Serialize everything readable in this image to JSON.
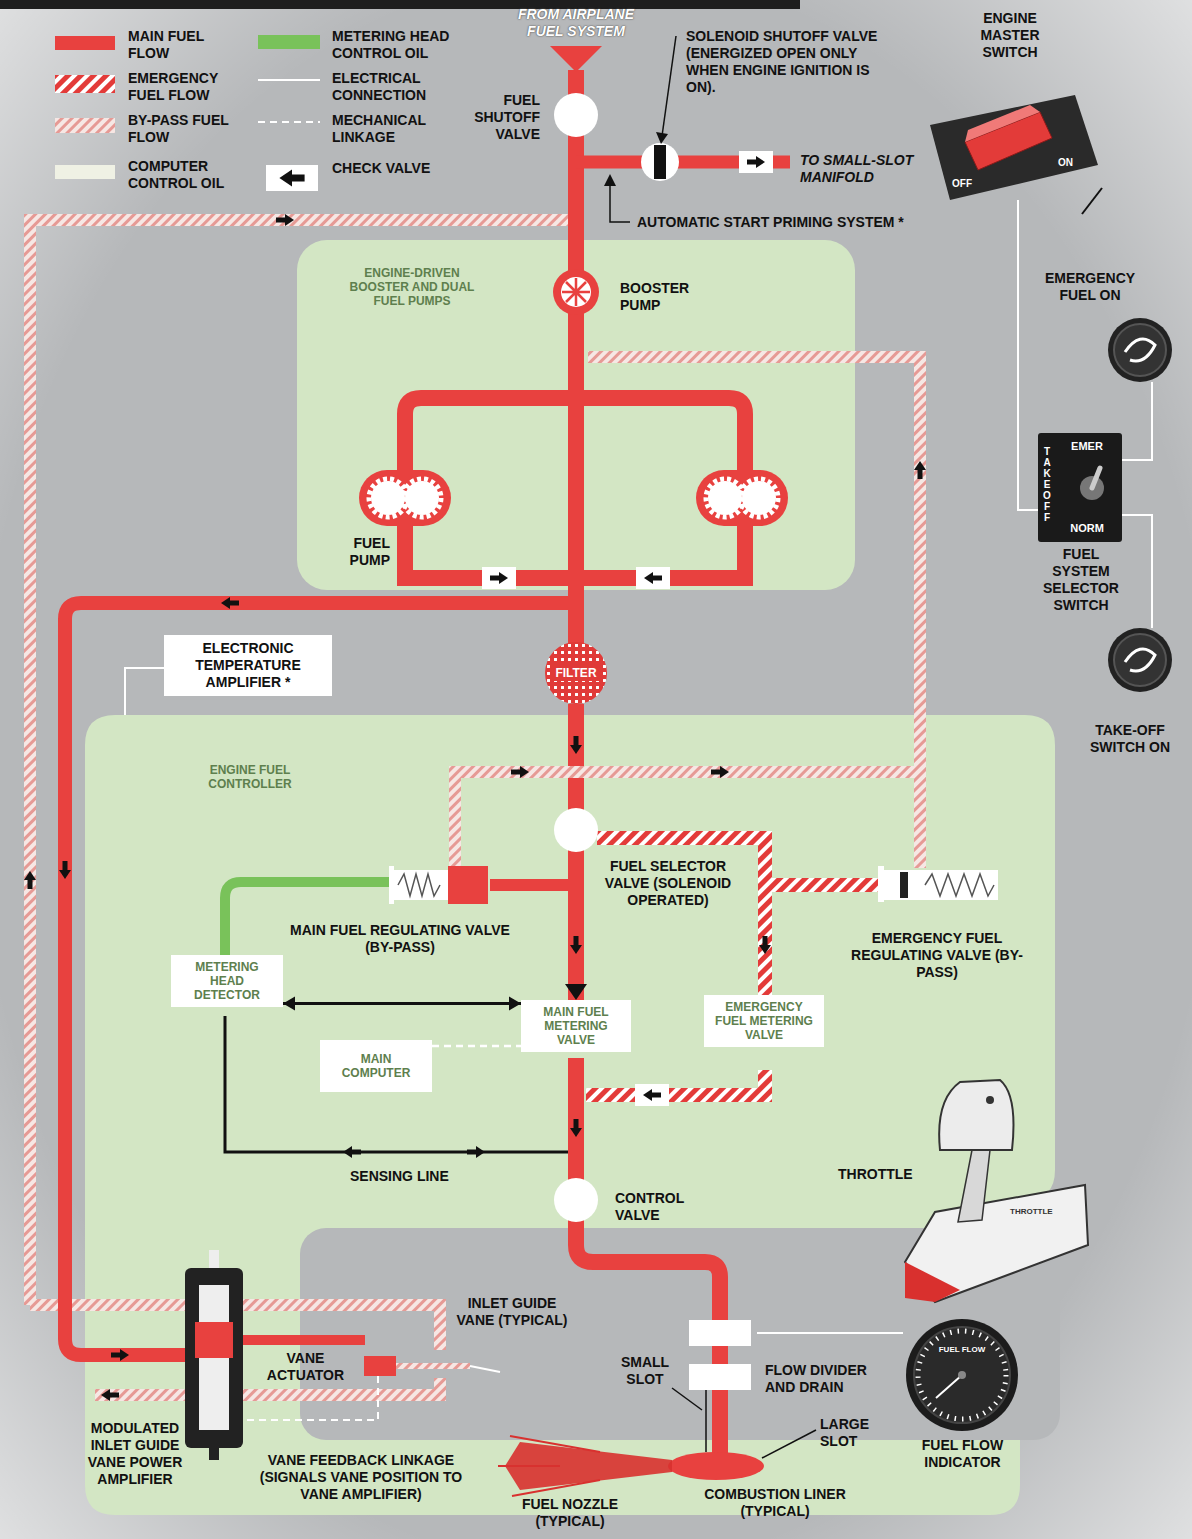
{
  "diagram": {
    "nodes": [
      {
        "text": [
          "ENGINE-DRIVEN BOOSTER AND DUAL FUEL PUMPS"
        ]
      },
      {
        "text": [
          "ELECTRONIC TEMPERATURE AMPLIFIER *"
        ]
      },
      {
        "text": [
          "FILTER"
        ]
      },
      {
        "text": [
          "ENGINE FUEL CONTROLLER"
        ]
      },
      {
        "text": [
          "METERING HEAD DETECTOR"
        ],
        "in": 3
      },
      {
        "text": [
          "MAIN FUEL METERING VALVE"
        ],
        "in": 3
      },
      {
        "text": [
          "EMERGENCY FUEL METERING VALVE"
        ],
        "in": 3
      },
      {
        "text": [
          "MAIN COMPUTER"
        ],
        "in": 3
      }
    ],
    "edges": [
      {
        "from": 2,
        "to": 5,
        "arrow": "to"
      },
      {
        "from": 4,
        "to": 5,
        "arrow": "both"
      },
      {
        "from": 7,
        "to": 5,
        "arrow": "none"
      }
    ],
    "labels": [
      "FROM AIRPLANE FUEL SYSTEM",
      "SOLENOID SHUTOFF VALVE (ENERGIZED OPEN ONLY WHEN ENGINE IGNITION IS ON).",
      "ENGINE MASTER SWITCH",
      "FUEL SHUTOFF VALVE",
      "OFF",
      "ON",
      "TO SMALL-SLOT MANIFOLD",
      "AUTOMATIC START PRIMING SYSTEM *",
      "BOOSTER PUMP",
      "EMERGENCY FUEL ON",
      "EMER",
      "TAKEOFF",
      "FUEL PUMP",
      "NORM",
      "FUEL SYSTEM SELECTOR SWITCH",
      "TAKE-OFF SWITCH ON",
      "FUEL SELECTOR VALVE (SOLENOID OPERATED)",
      "MAIN FUEL REGULATING VALVE (BY-PASS)",
      "EMERGENCY FUEL REGULATING VALVE (BY-PASS)",
      "SENSING LINE",
      "THROTTLE",
      "CONTROL VALVE",
      "THROTTLE",
      "INLET GUIDE VANE (TYPICAL)",
      "FUEL FLOW",
      "VANE ACTUATOR",
      "SMALL SLOT",
      "FLOW DIVIDER AND DRAIN",
      "LARGE SLOT",
      "MODULATED INLET GUIDE VANE POWER AMPLIFIER",
      "FUEL FLOW INDICATOR",
      "VANE FEEDBACK LINKAGE (SIGNALS VANE POSITION TO VANE AMPLIFIER)",
      "COMBUSTION LINER (TYPICAL)",
      "FUEL NOZZLE (TYPICAL)"
    ],
    "legend": [
      {
        "text": "MAIN FUEL FLOW",
        "color": "#e8413f"
      },
      {
        "text": "EMERGENCY FUEL FLOW"
      },
      {
        "text": "BY-PASS FUEL FLOW"
      },
      {
        "text": "COMPUTER CONTROL OIL",
        "color": "#eff1e4"
      },
      {
        "text": "METERING HEAD CONTROL OIL",
        "color": "#79c25a"
      },
      {
        "text": "ELECTRICAL CONNECTION"
      },
      {
        "text": "MECHANICAL LINKAGE"
      },
      {
        "text": "CHECK VALVE"
      }
    ]
  }
}
